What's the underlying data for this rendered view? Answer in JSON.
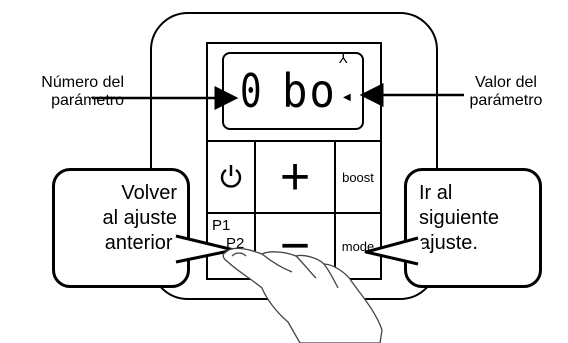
{
  "display": {
    "digit_left": "0",
    "code": "bo"
  },
  "buttons": {
    "power_icon": "power-icon",
    "plus": "+",
    "boost": "boost",
    "p1": "P1",
    "p2": "P2",
    "minus": "−",
    "mode": "mode"
  },
  "labels": {
    "left_line1": "Número del",
    "left_line2": "parámetro",
    "right_line1": "Valor del",
    "right_line2": "parámetro"
  },
  "callouts": {
    "left": [
      "Volver",
      "al ajuste",
      "anterior."
    ],
    "right": [
      "Ir al",
      "siguiente",
      "ajuste."
    ]
  }
}
